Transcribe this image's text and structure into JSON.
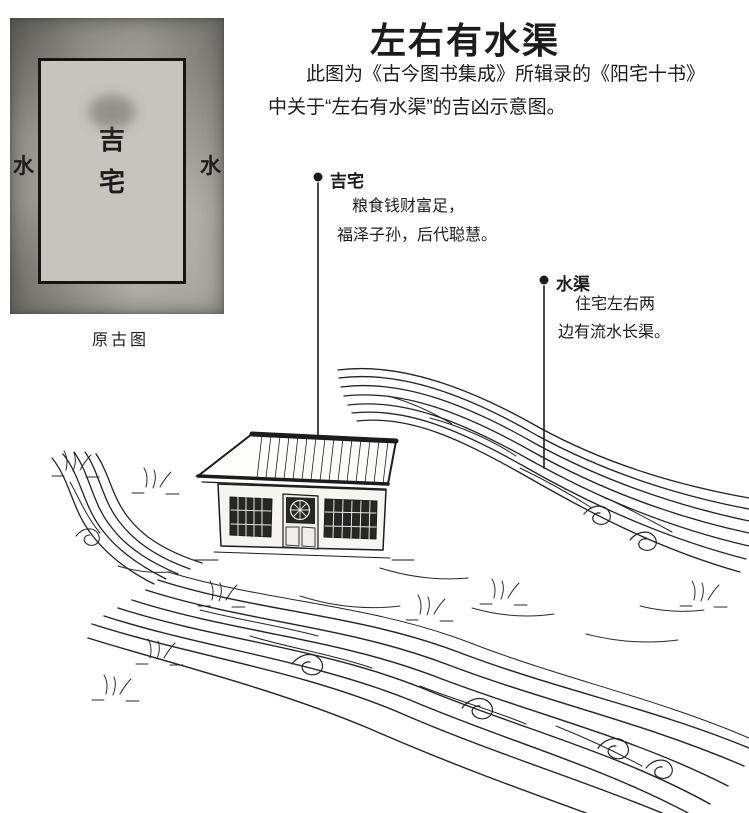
{
  "header": {
    "title": "左右有水渠",
    "intro": {
      "line1": "此图为《古今图书集成》所辑录的《阳宅十书》",
      "line2": "中关于“左右有水渠”的吉凶示意图。"
    }
  },
  "ancient_diagram": {
    "caption": "原古图",
    "water_left": "水",
    "water_right": "水",
    "house_char_top": "吉",
    "house_char_bottom": "宅"
  },
  "annotations": {
    "jizhai": {
      "label": "吉宅",
      "desc_line1": "粮食钱财富足，",
      "desc_line2": "福泽子孙，后代聪慧。"
    },
    "shuiqu": {
      "label": "水渠",
      "desc_line1": "住宅左右两",
      "desc_line2": "边有流水长渠。"
    }
  },
  "colors": {
    "ink": "#1c1c1c",
    "scan_gray": "#b2b0ab"
  }
}
